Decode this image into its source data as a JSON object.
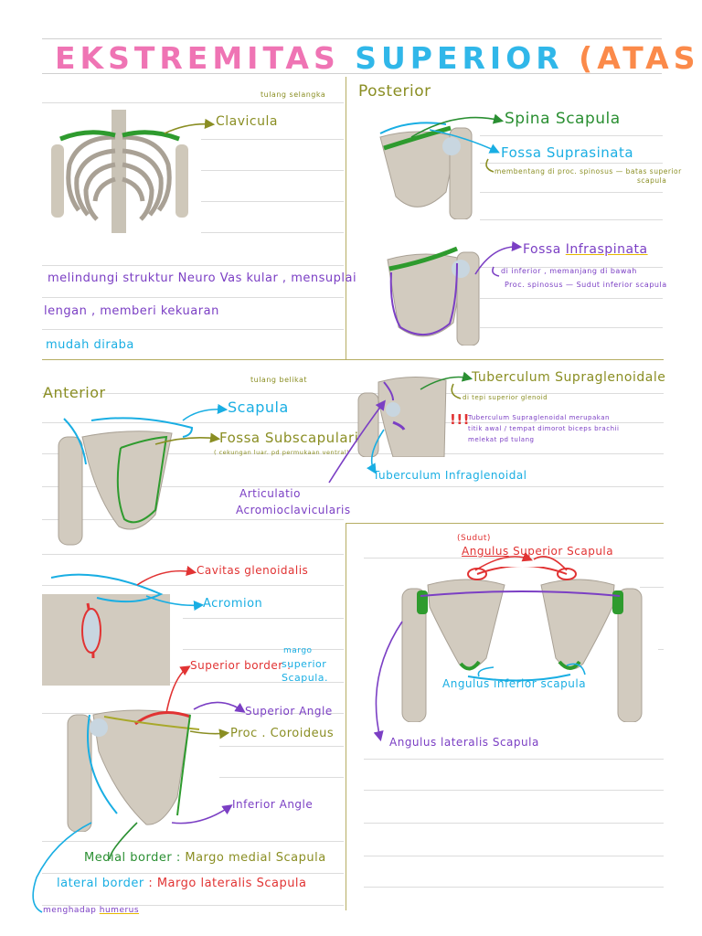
{
  "title": {
    "word1": "EKSTREMITAS",
    "word2": "SUPERIOR",
    "word3": "(ATAS)"
  },
  "section1": {
    "note_tulang": "tulang selangka",
    "clavicula": "Clavicula",
    "desc": [
      "melindungi struktur  Neuro Vas kular , mensuplai",
      "lengan ,  memberi  kekuaran",
      "mudah  diraba"
    ]
  },
  "section2": {
    "heading": "Posterior",
    "spina": "Spina  Scapula",
    "fossa_supra": "Fossa  Suprasinata",
    "fossa_supra_note1": "membentang  di  proc. spinosus  — batas superior",
    "fossa_supra_note2": "scapula",
    "fossa_infra_prefix": "Fossa",
    "fossa_infra_underlined": "Infraspinata",
    "fossa_infra_note1": "di  inferior  ,  memanjang     di bawah",
    "fossa_infra_note2": "Proc. spinosus  —  Sudut inferior scapula"
  },
  "section3": {
    "heading": "Anterior",
    "note_tulang_belikat": "tulang belikat",
    "scapula": "Scapula",
    "fossa_subscap": "Fossa  Subscapularis",
    "fossa_subscap_note": "( cekungan luar. pd permukaan ventral)",
    "articulatio1": "Articulatio",
    "articulatio2": "Acromioclavicularis",
    "tub_supra": "Tuberculum  Supraglenoidale",
    "tub_supra_note": "di  tepi   superior  glenoid",
    "excl": "!!!",
    "tub_note1": "Tuberculum  Supraglenoidal merupakan",
    "tub_note2": "titik awal  / tempat dimorot biceps brachii",
    "tub_note3": "melekat   pd tulang",
    "tub_infra": "Tuberculum  Infraglenoidal"
  },
  "section4": {
    "cavitas": "Cavitas  glenoidalis",
    "acromion": "Acromion",
    "superior_border": "Superior border :",
    "margo1": "margo",
    "margo2": "superior",
    "margo3": "Scapula.",
    "superior_angle": "Superior  Angle",
    "proc_coracoid": "Proc . Coroideus",
    "inferior_angle": "Inferior  Angle",
    "medial_border_a": "Medial  border :",
    "medial_border_b": "Margo  medial  Scapula",
    "lateral_border_a": "lateral",
    "lateral_border_b": "border",
    "lateral_border_c": ":  Margo  lateralis  Scapula",
    "menghadap_a": "menghadap",
    "menghadap_b": "humerus"
  },
  "section5": {
    "sudut": "(Sudut)",
    "angulus_sup_a": "Angulus",
    "angulus_sup_b": "Superior    Scapula",
    "angulus_inf": "Angulus   inferior    scapula",
    "angulus_lat": "Angulus    lateralis      Scapula"
  }
}
